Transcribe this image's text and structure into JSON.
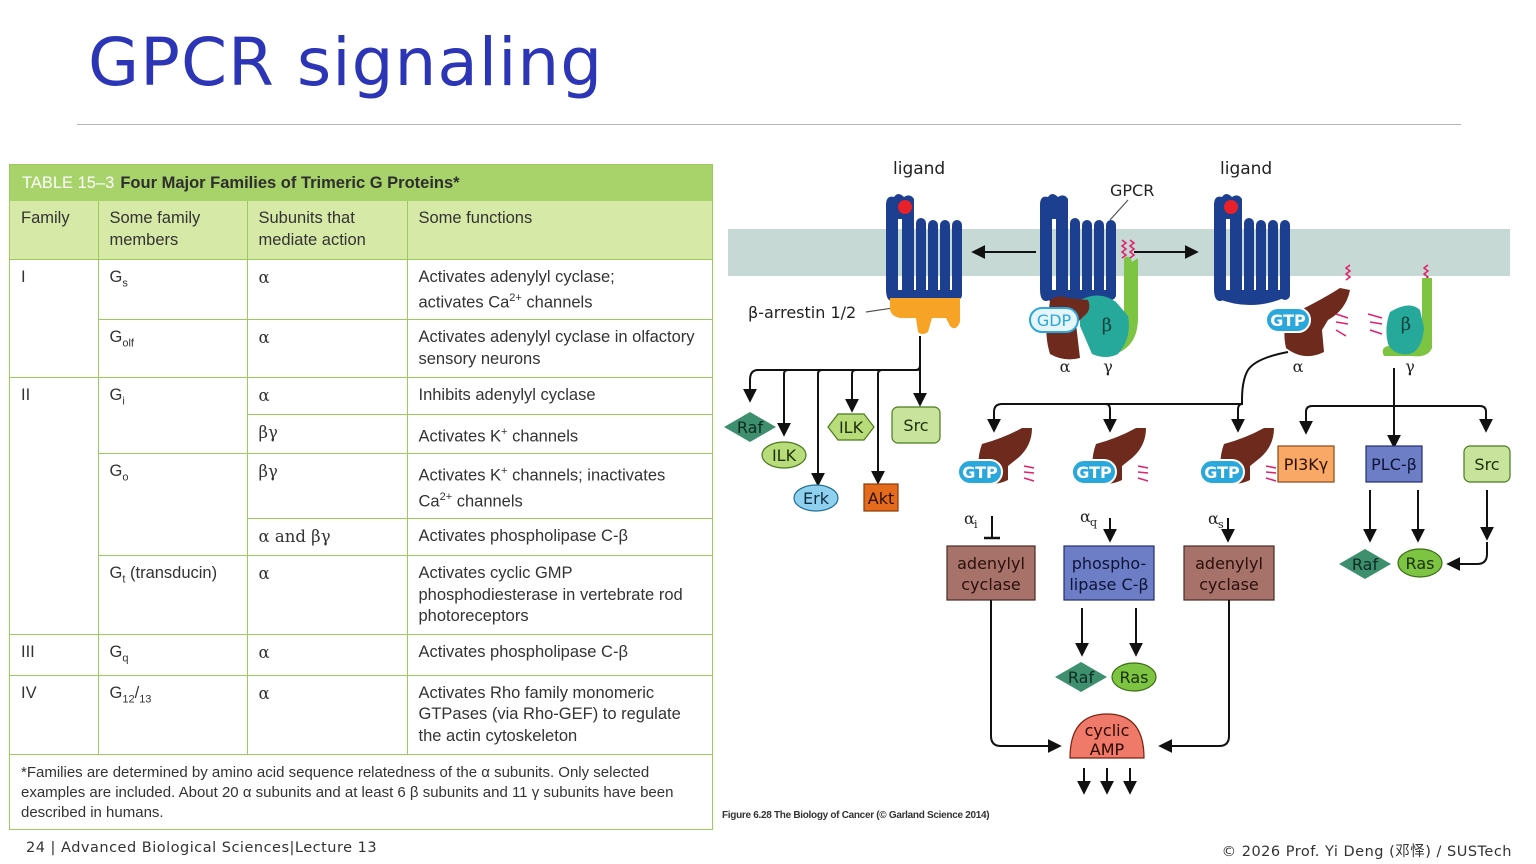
{
  "slide": {
    "title": "GPCR signaling",
    "footer_left": "24 | Advanced Biological Sciences|Lecture 13",
    "footer_right": "© 2026 Prof. Yi Deng (邓怿) / SUSTech"
  },
  "table": {
    "label": "TABLE 15–3",
    "title": "Four Major Families of Trimeric G Proteins*",
    "headers": [
      "Family",
      "Some family members",
      "Subunits that mediate action",
      "Some functions"
    ],
    "rows": [
      {
        "family": "I",
        "member": "Gs",
        "member_main": "G",
        "member_sub": "s",
        "subunit": "α",
        "function": "Activates adenylyl cyclase; activates Ca2+ channels",
        "function_a": "Activates adenylyl cyclase;",
        "function_b": "activates Ca",
        "function_sup": "2+",
        "function_c": " channels"
      },
      {
        "family": "",
        "member": "Golf",
        "member_main": "G",
        "member_sub": "olf",
        "subunit": "α",
        "function": "Activates adenylyl cyclase in olfactory sensory neurons"
      },
      {
        "family": "II",
        "member": "Gi",
        "member_main": "G",
        "member_sub": "i",
        "subunit": "α",
        "function": "Inhibits adenylyl cyclase"
      },
      {
        "family": "",
        "member": "",
        "subunit": "βγ",
        "function": "Activates K+ channels",
        "function_a": "Activates K",
        "function_sup": "+",
        "function_c": " channels"
      },
      {
        "family": "",
        "member": "Go",
        "member_main": "G",
        "member_sub": "o",
        "subunit": "βγ",
        "function": "Activates K+ channels; inactivates Ca2+ channels",
        "function_a": "Activates K",
        "function_sup": "+",
        "function_c": " channels; inactivates",
        "function_d": "Ca",
        "function_sup2": "2+",
        "function_e": " channels"
      },
      {
        "family": "",
        "member": "",
        "subunit": "α and βγ",
        "function": "Activates phospholipase C-β"
      },
      {
        "family": "",
        "member": "Gt (transducin)",
        "member_main": "G",
        "member_sub": "t",
        "member_rest": " (transducin)",
        "subunit": "α",
        "function": "Activates cyclic GMP phosphodiesterase in vertebrate rod photoreceptors"
      },
      {
        "family": "III",
        "member": "Gq",
        "member_main": "G",
        "member_sub": "q",
        "subunit": "α",
        "function": "Activates phospholipase C-β"
      },
      {
        "family": "IV",
        "member": "G12/13",
        "member_main": "G",
        "member_sub": "12",
        "member_rest": "/",
        "member_sub2": "13",
        "subunit": "α",
        "function": "Activates Rho family monomeric GTPases (via Rho-GEF) to regulate the actin cytoskeleton"
      }
    ],
    "footnote": "*Families are determined by amino acid sequence relatedness of the α subunits. Only selected examples are included. About 20 α subunits and at least 6 β subunits and 11 γ subunits have been described in humans."
  },
  "diagram": {
    "labels": {
      "ligand_left": "ligand",
      "ligand_right": "ligand",
      "gpcr": "GPCR",
      "arrestin": "β-arrestin 1/2",
      "gdp": "GDP",
      "gtp": "GTP",
      "beta": "β",
      "alpha": "α",
      "gamma": "γ",
      "alpha_i": "α",
      "alpha_i_sub": "i",
      "alpha_q": "α",
      "alpha_q_sub": "q",
      "alpha_s": "α",
      "alpha_s_sub": "s",
      "raf": "Raf",
      "ilk": "ILK",
      "erk": "Erk",
      "akt": "Akt",
      "src": "Src",
      "pi3k": "PI3Kγ",
      "plcb": "PLC-β",
      "ras": "Ras",
      "adenylyl_1": "adenylyl",
      "adenylyl_2": "cyclase",
      "phospho_1": "phospho-",
      "phospho_2": "lipase C-β",
      "camp_1": "cyclic",
      "camp_2": "AMP"
    },
    "colors": {
      "receptor": "#1d3f8f",
      "membrane": "#c7d9d4",
      "ligand": "#e8202a",
      "arrestin": "#f7a325",
      "galpha": "#6e2a1c",
      "gbeta": "#26a89a",
      "ggamma": "#7cc441",
      "gtp": "#2aa8dc",
      "raf": "#3e8f6e",
      "ilk": "#b8dc7a",
      "erk": "#8fd0ee",
      "akt": "#e46b1c",
      "src": "#c8e39b",
      "pi3k": "#f9a866",
      "plcb": "#6d7ec6",
      "ras": "#7cc441",
      "cyclase": "#a7726a",
      "camp": "#f07a6a"
    },
    "caption": "Figure 6.28 The Biology of Cancer (© Garland Science 2014)"
  }
}
